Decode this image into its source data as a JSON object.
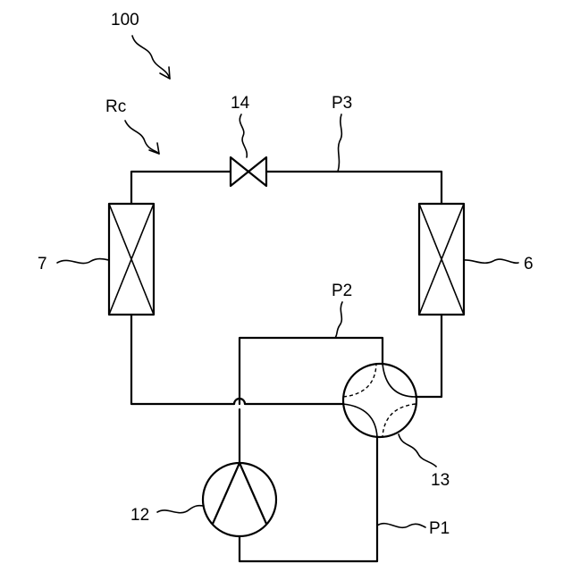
{
  "labels": {
    "system": "100",
    "circuit": "Rc",
    "expansion_valve": "14",
    "pipe_p3": "P3",
    "pipe_p2": "P2",
    "pipe_p1": "P1",
    "heat_exchanger_left": "7",
    "heat_exchanger_right": "6",
    "four_way_valve": "13",
    "compressor": "12"
  }
}
